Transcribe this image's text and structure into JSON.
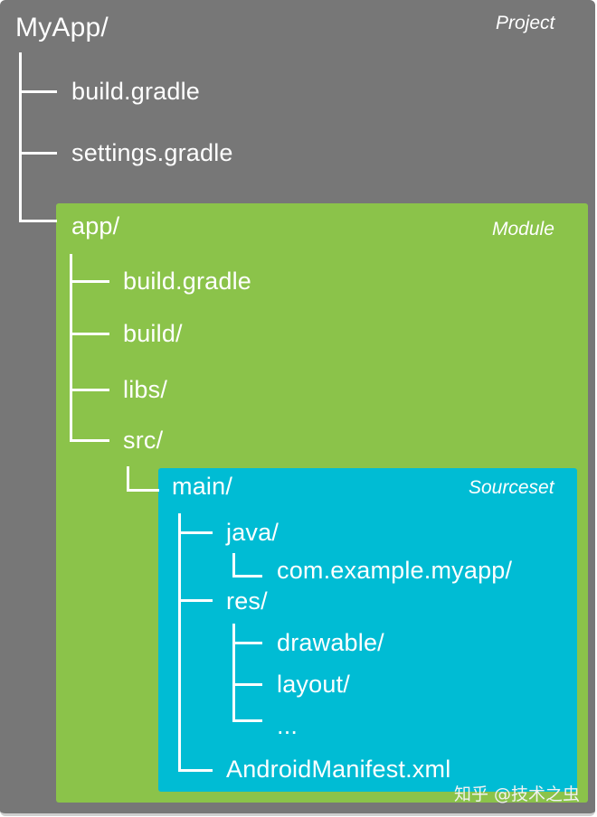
{
  "project": {
    "tag": "Project",
    "root": "MyApp/",
    "children": [
      "build.gradle",
      "settings.gradle"
    ],
    "color": "#777777"
  },
  "module": {
    "tag": "Module",
    "root": "app/",
    "children": [
      "build.gradle",
      "build/",
      "libs/",
      "src/"
    ],
    "color": "#8bc34a"
  },
  "sourceset": {
    "tag": "Sourceset",
    "root": "main/",
    "java": "java/",
    "java_package": "com.example.myapp/",
    "res": "res/",
    "res_children": [
      "drawable/",
      "layout/",
      "..."
    ],
    "manifest": "AndroidManifest.xml",
    "color": "#00bcd4"
  },
  "watermark": "知乎 @技术之虫"
}
